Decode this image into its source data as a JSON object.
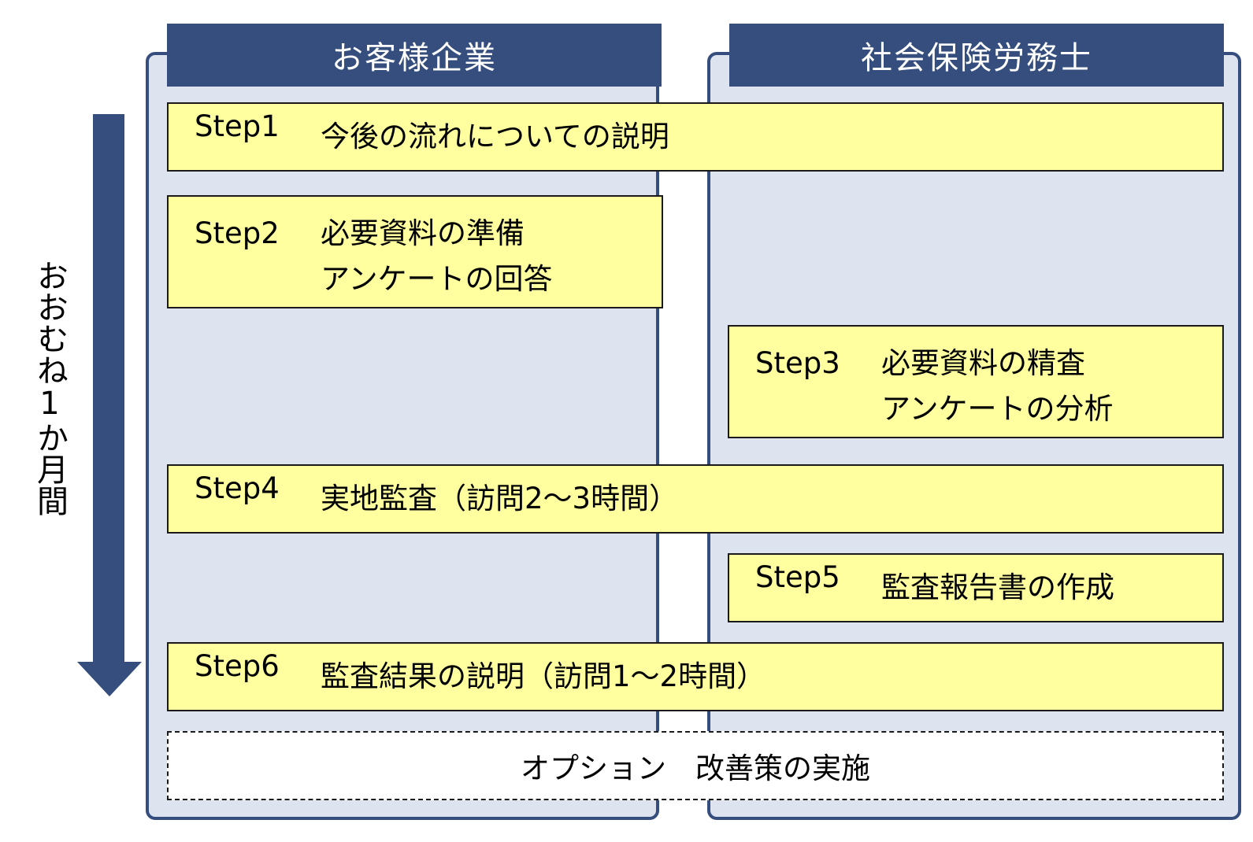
{
  "colors": {
    "lane_fill": "#dde4f0",
    "lane_border": "#364e7e",
    "header_fill": "#364e7e",
    "header_text": "#ffffff",
    "step_fill": "#ffffa0",
    "step_border": "#1a1a1a",
    "arrow": "#364e7e"
  },
  "lanes": {
    "left": {
      "title": "お客様企業"
    },
    "right": {
      "title": "社会保険労務士"
    }
  },
  "timeline": {
    "label": "おおむね1か月間",
    "arrow_icon": "down-arrow-icon"
  },
  "steps": [
    {
      "no": "Step1",
      "lines": [
        "今後の流れについての説明"
      ]
    },
    {
      "no": "Step2",
      "lines": [
        "必要資料の準備",
        "アンケートの回答"
      ]
    },
    {
      "no": "Step3",
      "lines": [
        "必要資料の精査",
        "アンケートの分析"
      ]
    },
    {
      "no": "Step4",
      "lines": [
        "実地監査（訪問2～3時間）"
      ]
    },
    {
      "no": "Step5",
      "lines": [
        "監査報告書の作成"
      ]
    },
    {
      "no": "Step6",
      "lines": [
        "監査結果の説明（訪問1～2時間）"
      ]
    }
  ],
  "option": {
    "text": "オプション　改善策の実施"
  }
}
